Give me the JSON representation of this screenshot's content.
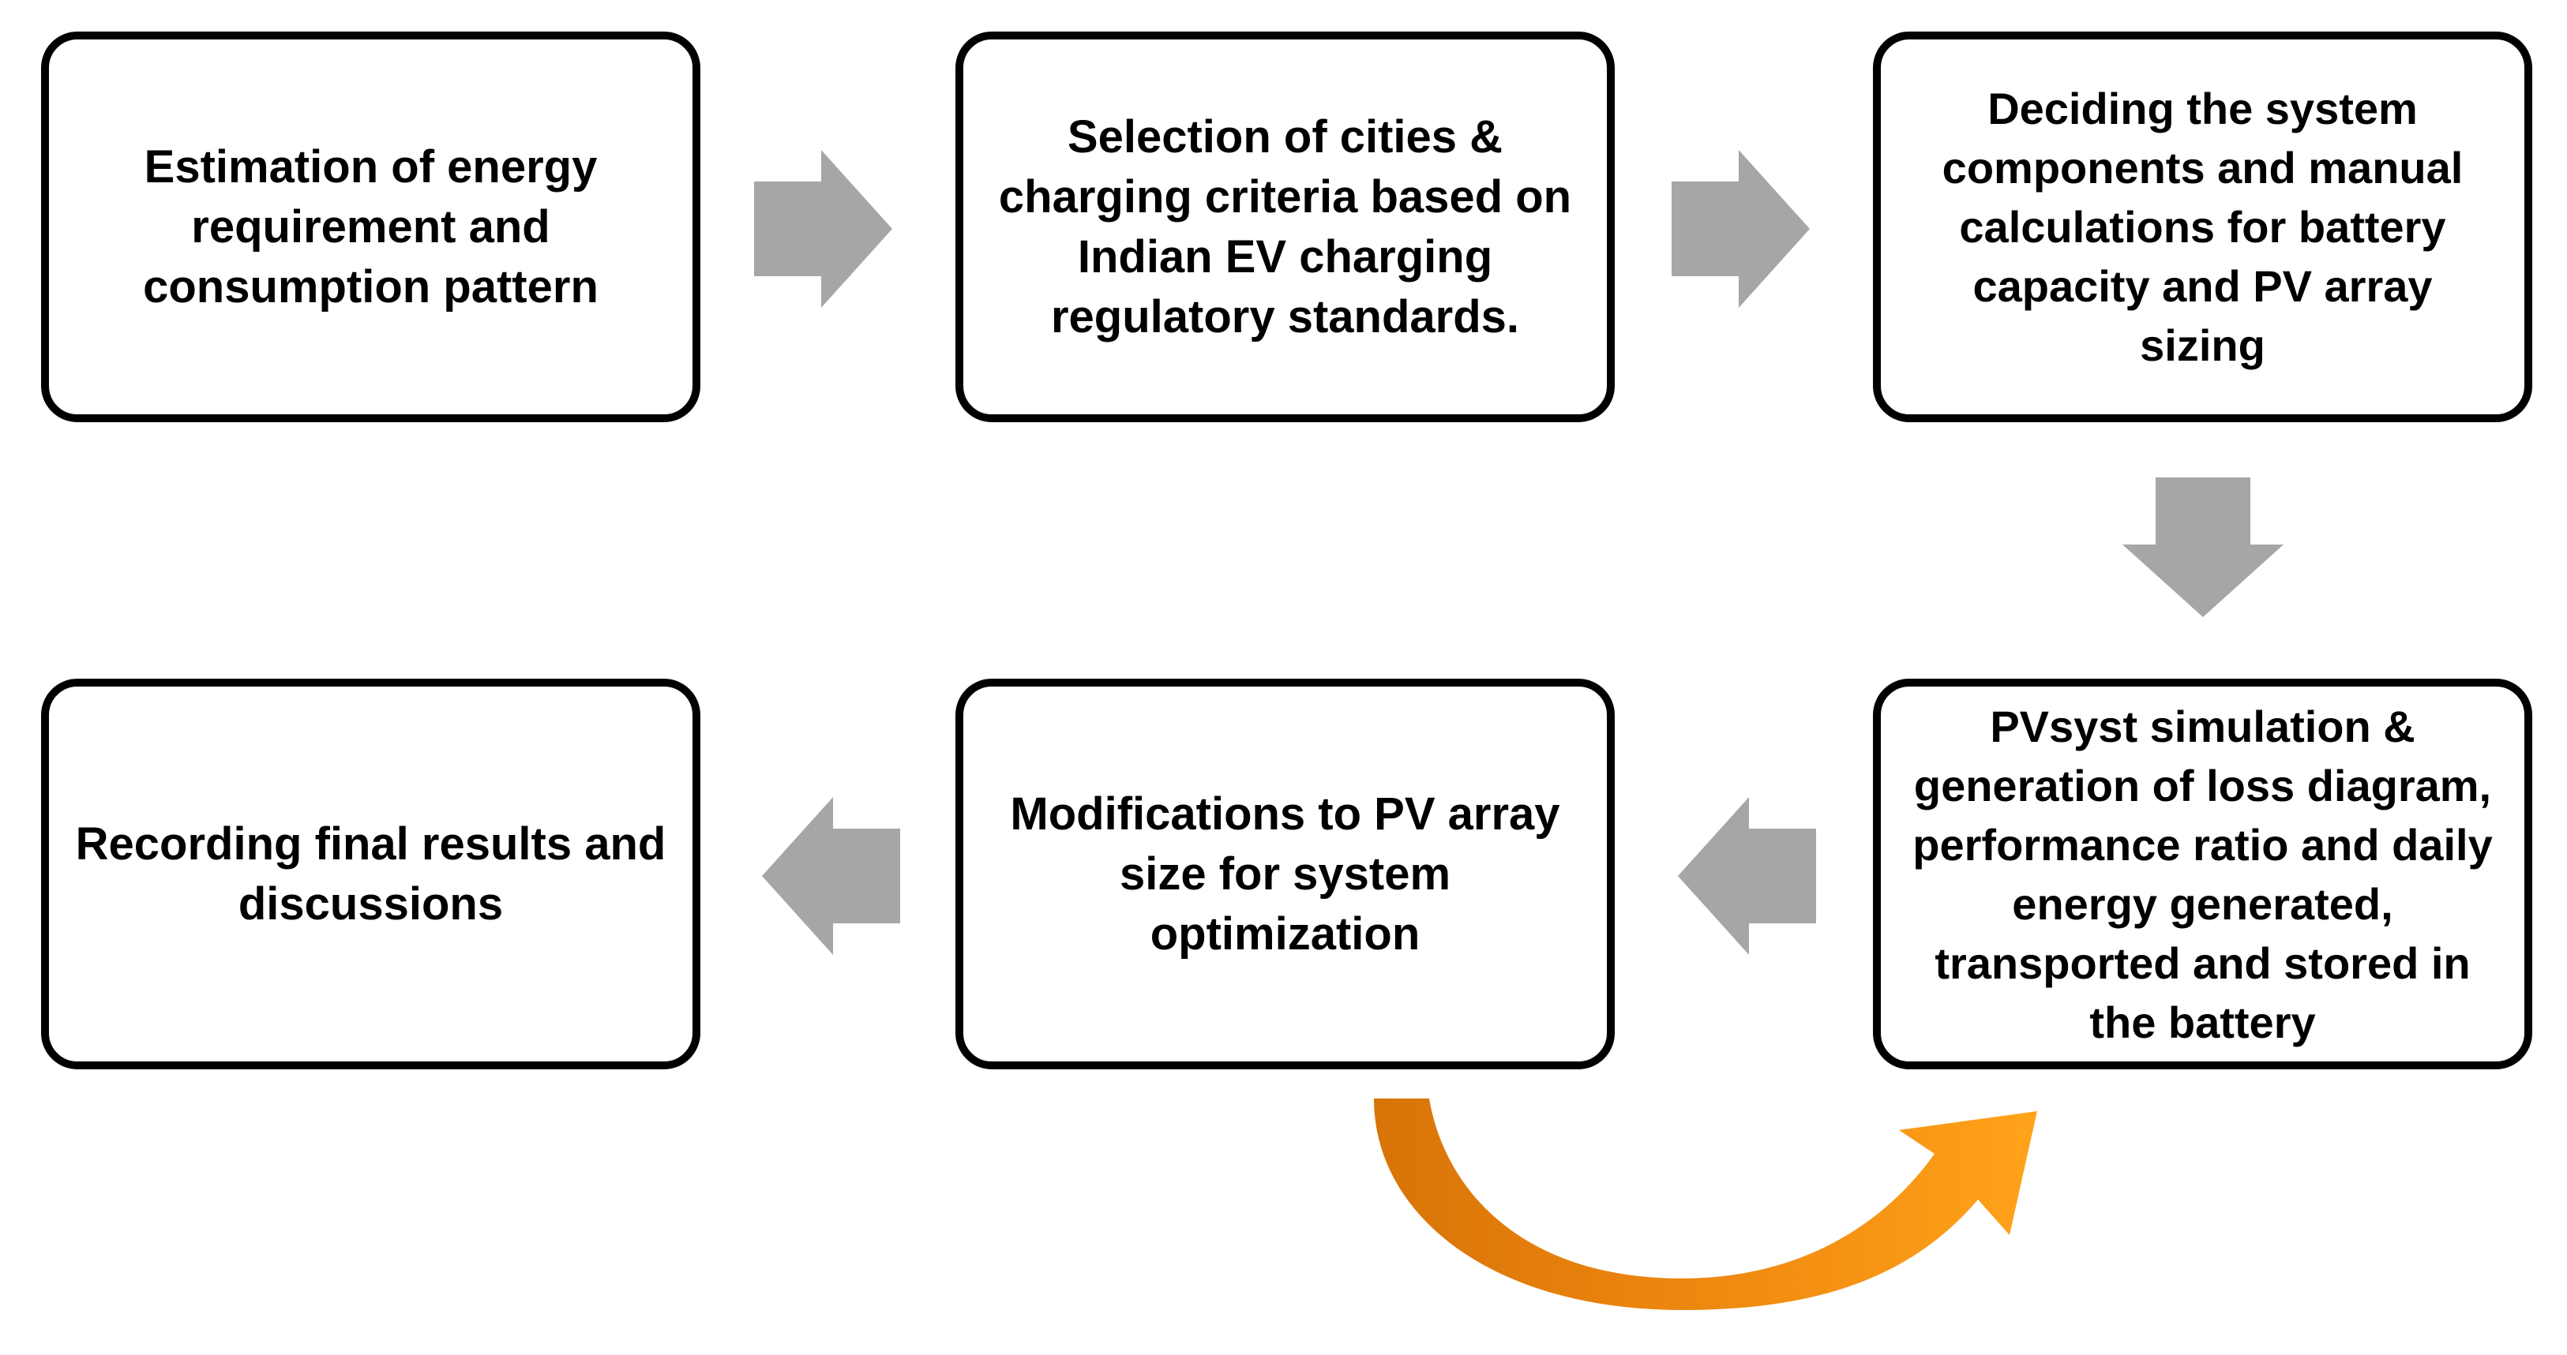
{
  "steps": [
    {
      "id": 1,
      "text": "Estimation of energy requirement and consumption pattern"
    },
    {
      "id": 2,
      "text": "Selection of cities & charging criteria based on Indian EV charging regulatory standards."
    },
    {
      "id": 3,
      "text": "Deciding the system components and manual calculations for battery capacity and PV array sizing"
    },
    {
      "id": 4,
      "text": "PVsyst simulation & generation of loss diagram, performance ratio and daily energy generated, transported and stored in the battery"
    },
    {
      "id": 5,
      "text": "Modifications to PV array size for system optimization"
    },
    {
      "id": 6,
      "text": "Recording final results and discussions"
    }
  ],
  "colors": {
    "box_border": "#000000",
    "flow_arrow": "#A6A6A6",
    "feedback_arrow_light": "#FFA31A",
    "feedback_arrow_dark": "#D87408"
  }
}
